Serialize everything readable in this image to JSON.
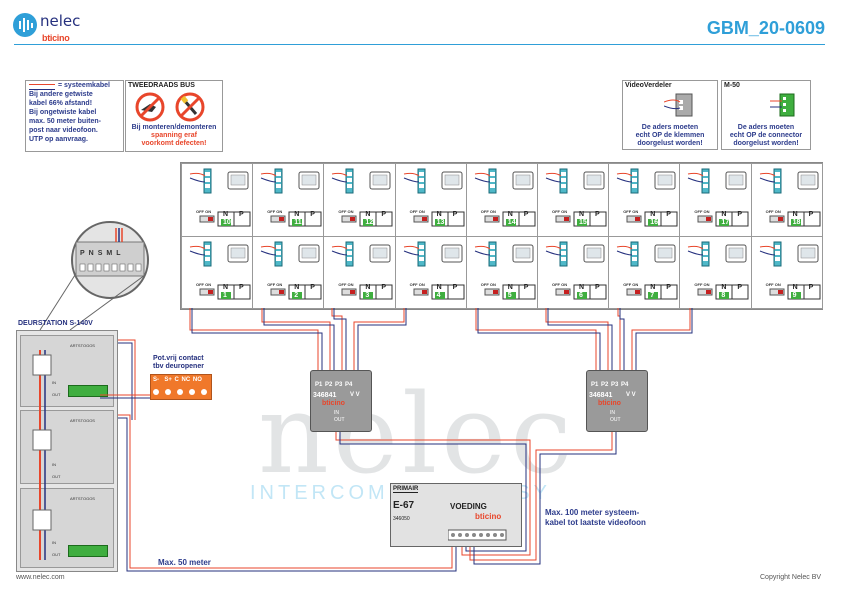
{
  "header": {
    "brand": "nelec",
    "brand_sub": "bticino",
    "doc_id": "GBM_20-0609"
  },
  "notes": {
    "cable_title": "= systeemkabel",
    "cable_lines": [
      "Bij andere getwiste",
      "kabel 66% afstand!",
      "Bij ongetwiste kabel",
      "max. 50 meter buiten-",
      "post naar videofoon.",
      "UTP op aanvraag."
    ],
    "bus_title": "TWEEDRAADS BUS",
    "bus_lines": [
      "Bij monteren/demonteren",
      "spanning eraf",
      "voorkomt defecten!"
    ],
    "video_title": "VideoVerdeler",
    "video_lines": [
      "De aders moeten",
      "echt OP de klemmen",
      "doorgelust worden!"
    ],
    "m50_title": "M-50",
    "m50_lines": [
      "De aders moeten",
      "echt OP de connector",
      "doorgelust worden!"
    ]
  },
  "terminal_labels": [
    "P",
    "N",
    "S",
    "M",
    "L"
  ],
  "door_station": {
    "title": "DEURSTATION S-140V",
    "module_label": "ARTSTOGOS",
    "in": "IN",
    "out": "OUT"
  },
  "contact": {
    "title_lines": [
      "Pot.vrij contact",
      "tbv deuropener"
    ],
    "terminals": [
      "S-",
      "S+",
      "C",
      "NC",
      "NO"
    ]
  },
  "monitor": {
    "term_n": "N",
    "term_p": "P",
    "switch_text": "OFF ON",
    "top_numbers": [
      "10",
      "11",
      "12",
      "13",
      "14",
      "15",
      "16",
      "17",
      "18"
    ],
    "bottom_numbers": [
      "1",
      "2",
      "3",
      "4",
      "5",
      "6",
      "7",
      "8",
      "9"
    ]
  },
  "distributor": {
    "model": "346841",
    "brand": "bticino",
    "ports": [
      "P1",
      "P2",
      "P3",
      "P4"
    ],
    "vv": "V V",
    "in": "IN",
    "out": "OUT"
  },
  "psu": {
    "primary": "PRIMAIR",
    "model": "E-67",
    "voeding": "VOEDING",
    "brand": "bticino",
    "code": "346050"
  },
  "labels": {
    "max50": "Max. 50 meter",
    "max100_lines": [
      "Max. 100 meter systeem-",
      "kabel tot laatste videofoon"
    ]
  },
  "watermark": {
    "big": "nelec",
    "small": "INTERCOM MADE EASY"
  },
  "footer": {
    "left": "www.nelec.com",
    "right": "Copyright Nelec BV"
  },
  "colors": {
    "brand_blue": "#25307e",
    "accent_red": "#e8462b",
    "doc_blue": "#2f9fd8",
    "note_blue": "#2d3c8c",
    "terminal_green": "#3fae3f",
    "orange": "#f0782a"
  }
}
